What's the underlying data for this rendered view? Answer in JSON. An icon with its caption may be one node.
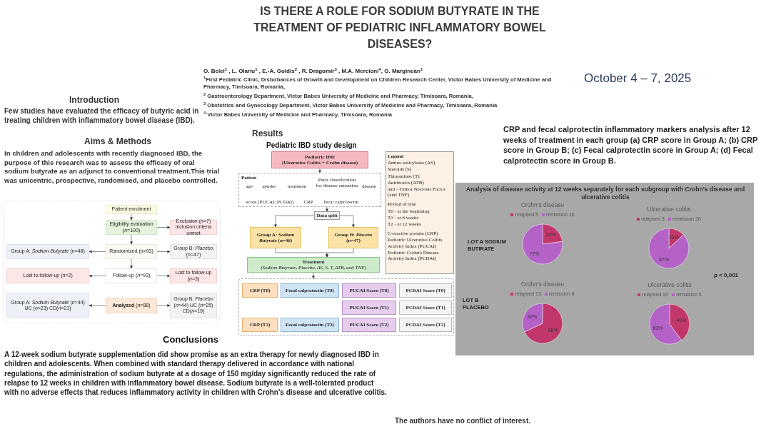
{
  "diagram": {
    "title": "IS THERE A ROLE FOR SODIUM BUTYRATE IN THE TREATMENT OF PEDIATRIC INFLAMMATORY BOWEL DISEASES?",
    "nodes": [
      {
        "text": [
          "Patient enrolment"
        ]
      },
      {
        "text": [
          "Eligibility evaluation (*n*=100)"
        ]
      },
      {
        "text": [
          "Exclusion (*n*=7) inclusion criteria unmet"
        ]
      },
      {
        "text": [
          "Group A: *Sodium Butyrate* (*n*=46)"
        ]
      },
      {
        "text": [
          "Randomized (*n*=93)"
        ]
      },
      {
        "text": [
          "Group B: *Placebo* (*n*=47)"
        ]
      },
      {
        "text": [
          "Lost to follow-up (*n*=2)"
        ]
      },
      {
        "text": [
          "Follow-up (*n*=93)"
        ]
      },
      {
        "text": [
          "Lost to follow-up (*n*=3)"
        ]
      },
      {
        "text": [
          "Group A: *Sodium Butyrate* (*n*=44) UC (*n*=23) CD(*n*=21)"
        ]
      },
      {
        "text": [
          "**Analyzed** (*n*=88)"
        ]
      },
      {
        "text": [
          "Group B: *Placebo* (*n*=44) UC (*n*=25) CD(*n*=19)"
        ]
      },
      {
        "text": [
          "Pediatric IBD",
          "(Ulcerative Colitis + Crohn disease)"
        ]
      },
      {
        "text": [
          "Patient",
          "age",
          "gender",
          "treatment",
          "Paris classification for disease extension",
          "disease",
          "score (PUCAI; PCDAI)",
          "CRP",
          "fecal calprotectin"
        ]
      },
      {
        "text": [
          "Data split"
        ]
      },
      {
        "text": [
          "Group A: *Sodium Butyrate* (n=46)"
        ]
      },
      {
        "text": [
          "Group B: *Placebo* (n=47)"
        ]
      },
      {
        "text": [
          "Treatment",
          "(Sodium Butyrate, Placebo, AS, S, T, ATB, anti TNF)"
        ]
      },
      {
        "text": [],
        "shape": "box"
      },
      {
        "text": [
          "CRP (T0)"
        ],
        "in": 18
      },
      {
        "text": [
          "Fecal calprotectin (T0)"
        ],
        "in": 18
      },
      {
        "text": [
          "PUCAI Score (T0)"
        ],
        "in": 18
      },
      {
        "text": [
          "PCDAI Score (T0)"
        ],
        "in": 18
      },
      {
        "text": [
          "PUCAI Score (T1)"
        ],
        "in": 18
      },
      {
        "text": [
          "PCDAI Score (T1)"
        ],
        "in": 18
      },
      {
        "text": [
          "CRP (T2)"
        ],
        "in": 18
      },
      {
        "text": [
          "Fecal calprotectin (T2)"
        ],
        "in": 18
      },
      {
        "text": [
          "PUCAI Score (T2)"
        ],
        "in": 18
      },
      {
        "text": [
          "PCDAI Score (T2)"
        ],
        "in": 18
      },
      {
        "text": [
          "Legend",
          "Amino-salicylates (AS)",
          "Steroids (S)",
          "Thiopurines (T)",
          "Antibiotics (ATB)",
          "anti - Tumor Necrosis Factor (anti TNF)",
          "Period of time",
          "T0 - at the beginning",
          "T1 - at 6 weeks",
          "T2 - at 12 weeks",
          "C-reactive protein (CRP)",
          "Pediatric Ulcerative Colitis Activity Index (PUCAI)",
          "Pediatric Crohn's Disease Activity Index (PCDAI)"
        ]
      }
    ],
    "edges": [
      {
        "from": 0,
        "to": 1,
        "arrow": "to"
      },
      {
        "from": 1,
        "to": 2,
        "arrow": "to"
      },
      {
        "from": 1,
        "to": 4,
        "arrow": "to"
      },
      {
        "from": 4,
        "to": 3,
        "arrow": "to"
      },
      {
        "from": 4,
        "to": 5,
        "arrow": "to"
      },
      {
        "from": 4,
        "to": 7,
        "arrow": "to"
      },
      {
        "from": 7,
        "to": 6,
        "arrow": "to"
      },
      {
        "from": 7,
        "to": 8,
        "arrow": "to"
      },
      {
        "from": 10,
        "to": 9,
        "arrow": "to"
      },
      {
        "from": 10,
        "to": 11,
        "arrow": "to"
      },
      {
        "from": 12,
        "to": 13,
        "arrow": "to"
      },
      {
        "from": 13,
        "to": 14,
        "arrow": "to"
      },
      {
        "from": 14,
        "to": 15,
        "arrow": "to"
      },
      {
        "from": 14,
        "to": 16,
        "arrow": "to"
      },
      {
        "from": 15,
        "to": 17,
        "arrow": "to"
      },
      {
        "from": 16,
        "to": 17,
        "arrow": "to"
      },
      {
        "from": 17,
        "to": 18,
        "arrow": "to"
      }
    ],
    "labels": [
      "October 4 – 7, 2025",
      "O. Belei$^{1}$ , L. Olariu$^{1}$ , E.-A. Goldis$^{2}$ , R. Dragomir$^{3}$ , M.A. Mercioni$^{4}$, O. Marginean$^{1}$",
      "$^{1}$First Pediatric Clinic, Disturbances of Growth and Development on Children Research Center, Victor Babes University of Medicine and Pharmacy, Timisoara, Romania,",
      "$^{2}$ Gastroenterology Department, Victor Babes University of Medicine and Pharmacy, Timisoara, Romania,",
      "$^{3}$ Obstetrics and Gynecology Department, Victor Babes University of Medicine and Pharmacy, Timisoara, Romania",
      "$^{4}$ Victor Babes University of Medicine and Pharmacy, Timisoara, Romania",
      "Introduction",
      "Few studies have evaluated the efficacy of butyric acid in treating children with inflammatory bowel disease (IBD).",
      "Aims & Methods",
      "In children and adolescents with recently diagnosed IBD, the purpose of this research was to assess the efficacy of oral sodium butyrate as an adjunct to conventional treatment.This trial was unicentric, prospective, randomised, and placebo controlled.",
      "Results",
      "Pediatric IBD study design",
      "CRP and fecal calprotectin inflammatory markers analysis after 12 weeks of treatment in each group (a) CRP score in Group A; (b) CRP score in Group B; (c) Fecal calprotectin score in Group A; (d) Fecal calprotectin score in Group B.",
      "Analysis of disease activity at 12 weeks separately for each subgroup with Crohn's disease and ulcerative colitis",
      "LOT A SODIUM BUTIRATE",
      "LOT B PLACEBO",
      "p < 0,001",
      "Conclusions",
      "A 12-week sodium butyrate supplementation did show promise as an extra therapy for newly diagnosed IBD in children and adolescents. When combined with standard therapy delivered in accordance with national regulations, the administration of sodium butyrate at a dosage of 150 mg/day significantly reduced the rate of relapse to 12 weeks in children with inflammatory bowel disease. Sodium butyrate is a well-tolerated product with no adverse effects that reduces inflammatory activity in children with Crohn's disease and ulcerative colitis.",
      "The authors have no conflict of interest."
    ],
    "chart_data": [
      {
        "type": "pie",
        "title": "Crohn's disease",
        "categories": [
          "relapsed 5",
          "remission 16"
        ],
        "values": [
          23,
          77
        ],
        "value_labels": [
          "23%",
          "77%"
        ],
        "legend": "top"
      },
      {
        "type": "pie",
        "title": "Ulcerative colitis",
        "categories": [
          "relapsed 3",
          "remission 20"
        ],
        "values": [
          13,
          87
        ],
        "value_labels": [
          "13%",
          "87%"
        ],
        "legend": "top"
      },
      {
        "type": "pie",
        "title": "Crohn's disease",
        "categories": [
          "relapsed 13",
          "remission 6"
        ],
        "values": [
          68,
          32
        ],
        "value_labels": [
          "68%",
          "32%"
        ],
        "legend": "top"
      },
      {
        "type": "pie",
        "title": "Ulcerative colitis",
        "categories": [
          "relapsed 10",
          "remission 5"
        ],
        "values": [
          40,
          60
        ],
        "value_labels": [
          "40%",
          "60%"
        ],
        "legend": "top"
      }
    ]
  }
}
